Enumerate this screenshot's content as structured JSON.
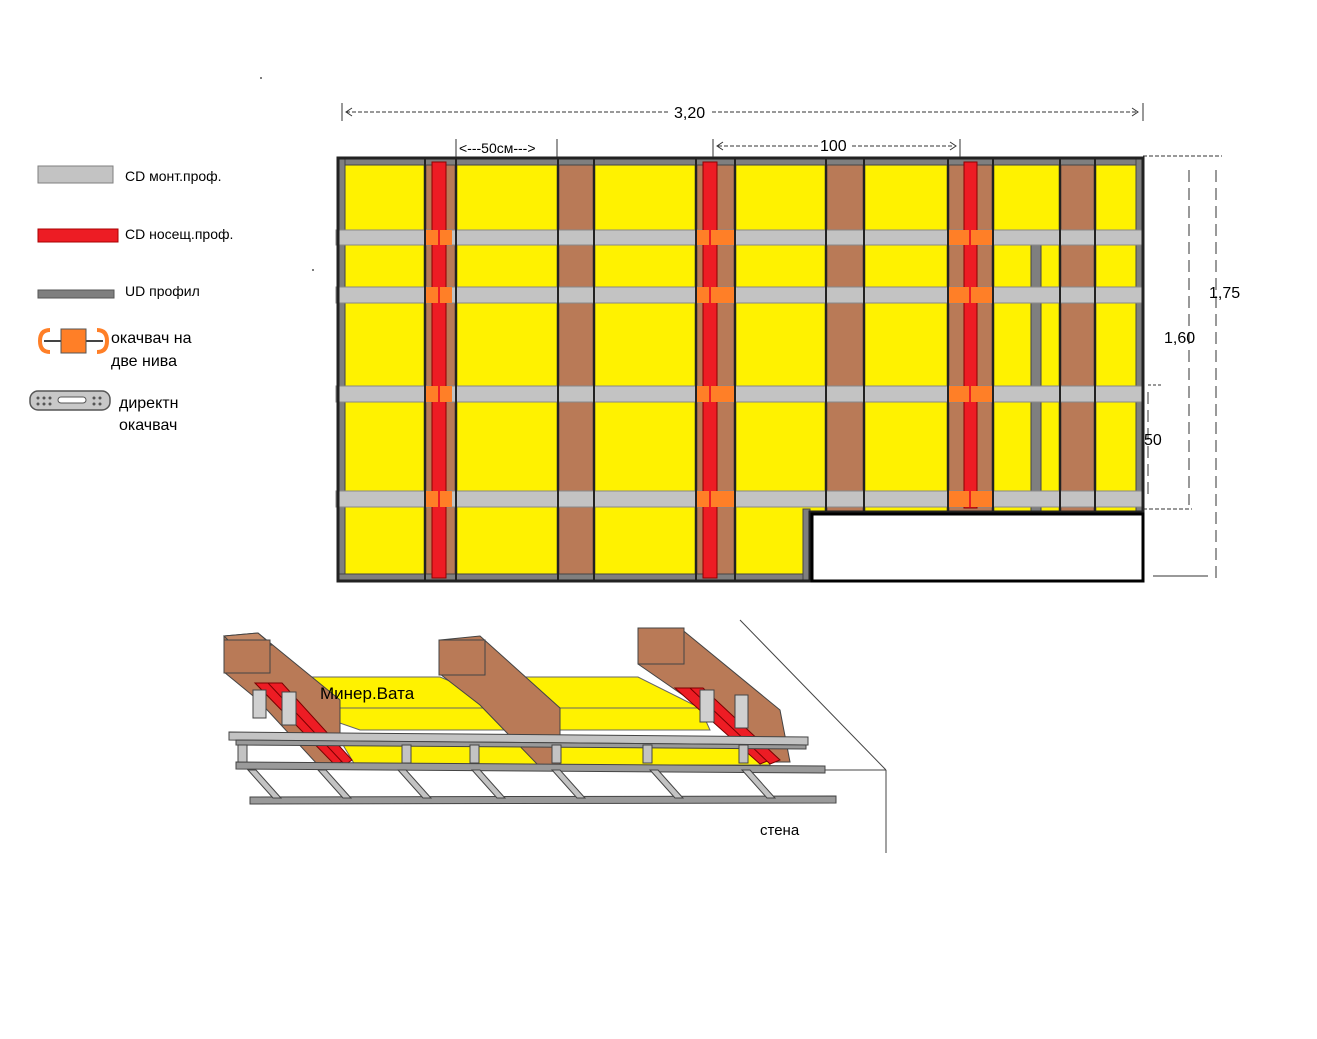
{
  "legend": {
    "cd_mount": "CD монт.проф.",
    "cd_bearing": "CD носещ.проф.",
    "ud": "UD профил",
    "two_level_hanger": [
      "окачвач на",
      "две нива"
    ],
    "direct_hanger": [
      "директн",
      "окачвач"
    ]
  },
  "plan": {
    "dim_total_width": "3,20",
    "dim_spacing_50": "<---50см--->",
    "dim_spacing_100": "100",
    "dim_h175": "1,75",
    "dim_h160": "1,60",
    "dim_h50": "50"
  },
  "section": {
    "insulation_label": "Минер.Вата",
    "wall_label": "стена"
  },
  "colors": {
    "insulation": "#fff200",
    "joist": "#b97a57",
    "cd_mount": "#c3c3c3",
    "cd_bearing": "#ed1c24",
    "ud": "#7f7f7f",
    "hanger": "#ff7f27"
  }
}
